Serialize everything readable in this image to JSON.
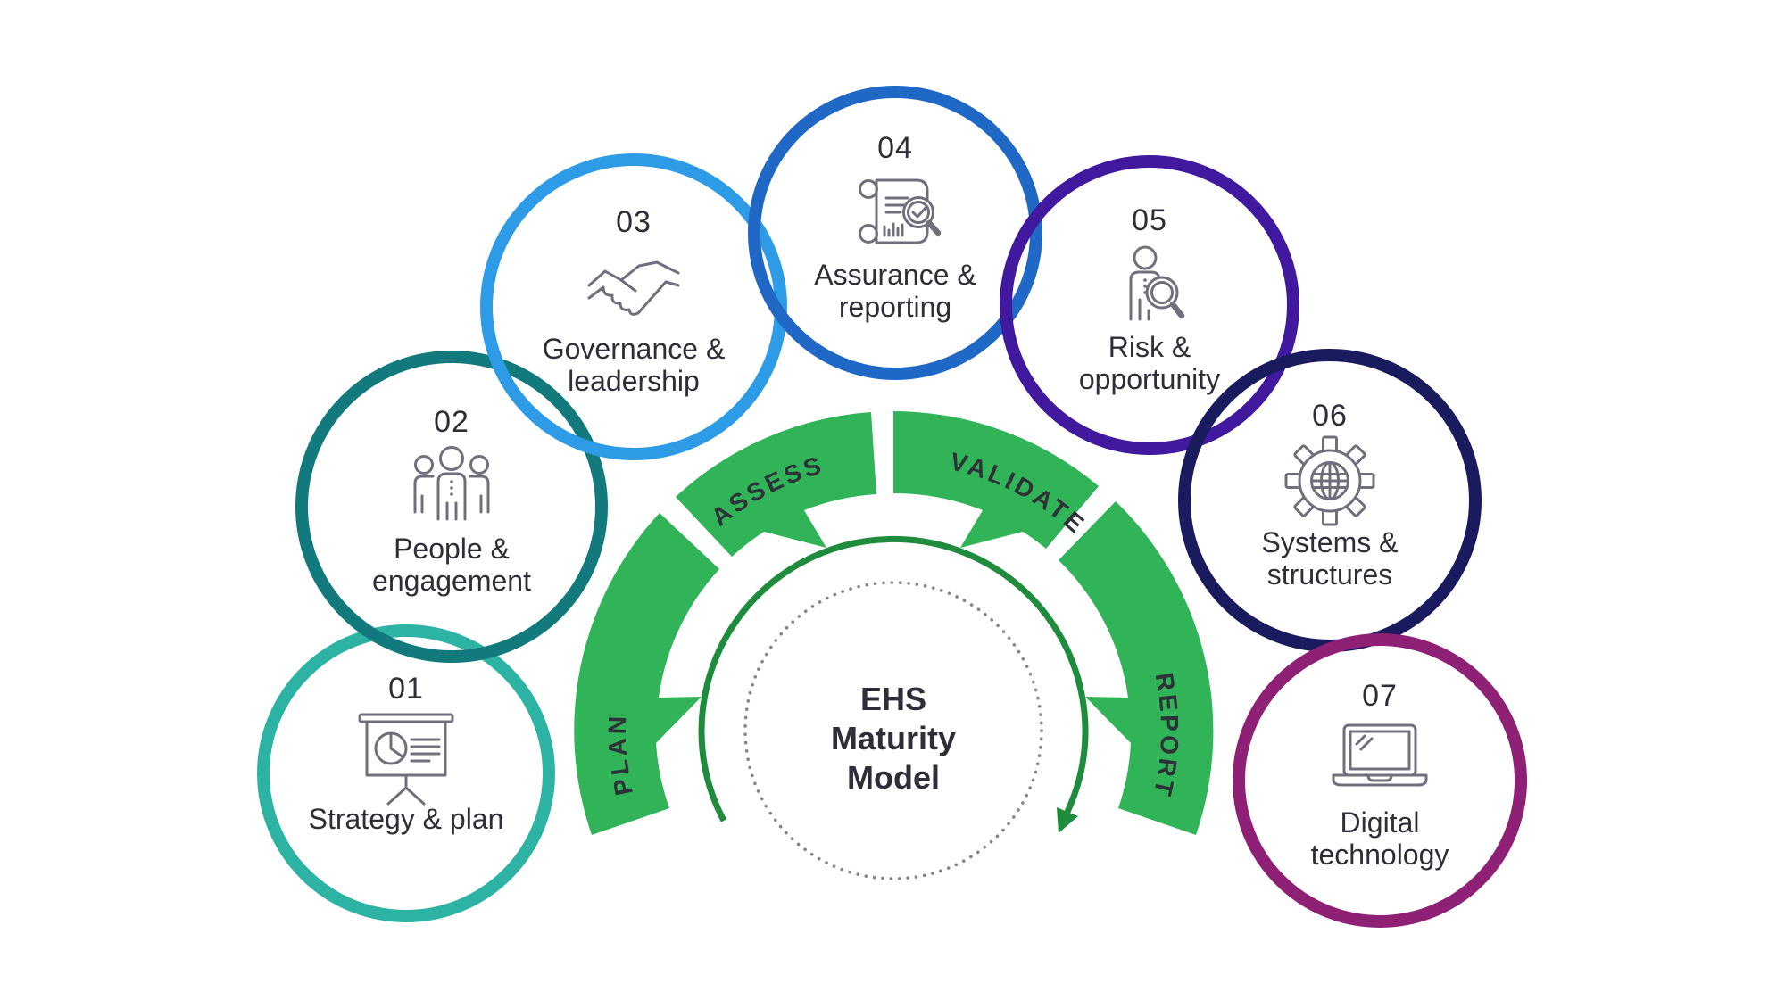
{
  "diagram_title": "EHS Maturity Model",
  "colors": {
    "background": "#FFFFFF",
    "segment_green": "#31B457",
    "arc_green": "#1E8C3C",
    "dotted_gray": "#85858D",
    "text_dark": "#2E2E38",
    "icon_gray": "#70707C"
  },
  "cycle": {
    "center_lines": [
      "EHS",
      "Maturity",
      "Model"
    ],
    "segments": [
      {
        "label": "PLAN"
      },
      {
        "label": "ASSESS"
      },
      {
        "label": "VALIDATE"
      },
      {
        "label": "REPORT"
      }
    ],
    "flow_arrow": "clockwise-arrow"
  },
  "circles": [
    {
      "number": "01",
      "line1": "Strategy & plan",
      "line2": "",
      "color": "#2DB3A4",
      "icon": "presentation-chart-icon"
    },
    {
      "number": "02",
      "line1": "People &",
      "line2": "engagement",
      "color": "#127A7D",
      "icon": "people-group-icon"
    },
    {
      "number": "03",
      "line1": "Governance &",
      "line2": "leadership",
      "color": "#2D9BE5",
      "icon": "handshake-icon"
    },
    {
      "number": "04",
      "line1": "Assurance &",
      "line2": "reporting",
      "color": "#1F68C5",
      "icon": "scroll-audit-icon"
    },
    {
      "number": "05",
      "line1": "Risk &",
      "line2": "opportunity",
      "color": "#41199E",
      "icon": "person-magnifier-icon"
    },
    {
      "number": "06",
      "line1": "Systems &",
      "line2": "structures",
      "color": "#1A1B5F",
      "icon": "gear-globe-icon"
    },
    {
      "number": "07",
      "line1": "Digital",
      "line2": "technology",
      "color": "#8E2076",
      "icon": "laptop-icon"
    }
  ]
}
